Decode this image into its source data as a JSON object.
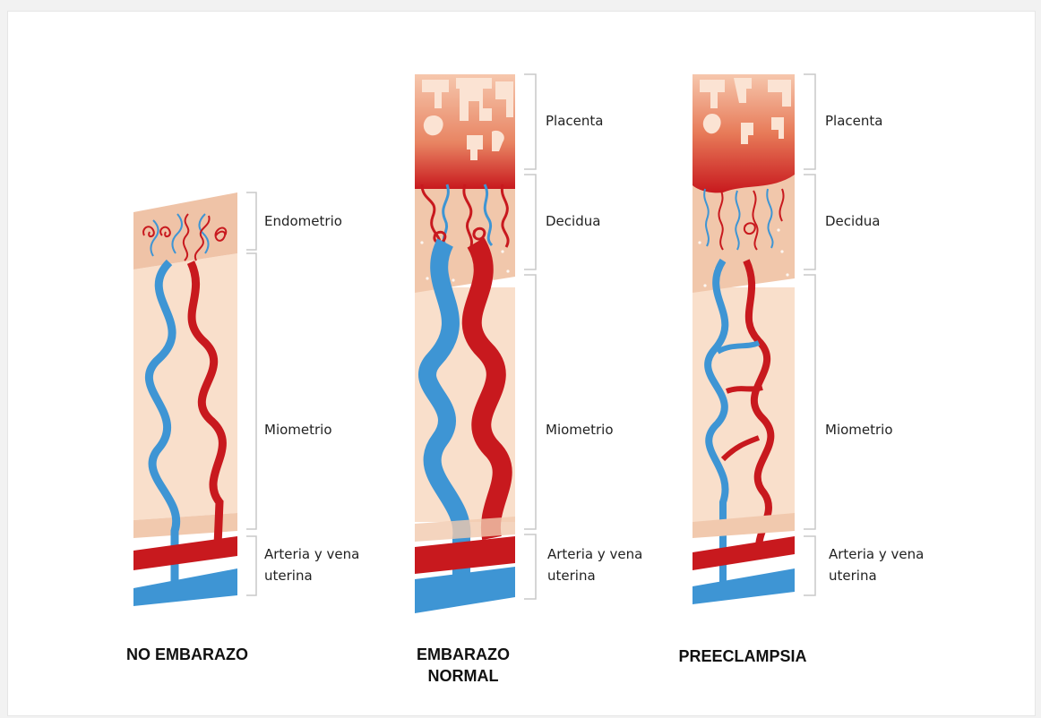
{
  "panels": [
    {
      "title_lines": [
        "NO EMBARAZO"
      ],
      "layers": [
        "Endometrio",
        "Miometrio",
        "Arteria y vena uterina"
      ]
    },
    {
      "title_lines": [
        "EMBARAZO",
        "NORMAL"
      ],
      "layers": [
        "Placenta",
        "Decidua",
        "Miometrio",
        "Arteria y vena uterina"
      ]
    },
    {
      "title_lines": [
        "PREECLAMPSIA"
      ],
      "layers": [
        "Placenta",
        "Decidua",
        "Miometrio",
        "Arteria y vena uterina"
      ]
    }
  ],
  "colors": {
    "artery": "#c8191e",
    "vein": "#3e95d4",
    "tissue": "#f8dcc6",
    "tissue_dark": "#efc2a6",
    "placenta": "#d9563c"
  }
}
